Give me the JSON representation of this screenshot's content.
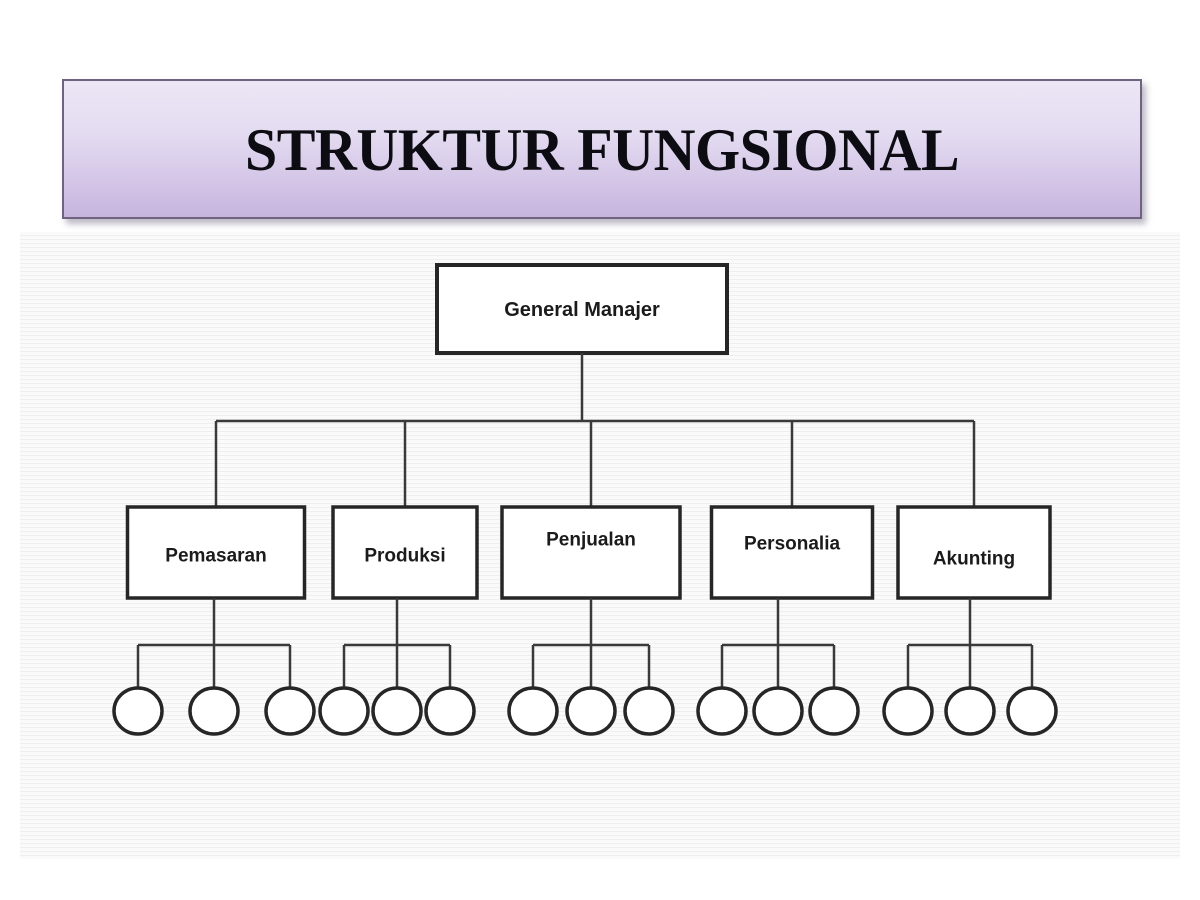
{
  "page": {
    "background": "#ffffff",
    "canvas_background": "#f5f5f4"
  },
  "header": {
    "title": "STRUKTUR FUNGSIONAL",
    "banner_top_color": "#ece6f6",
    "banner_bottom_color": "#c6b4dd",
    "banner_border_color": "#6e6480",
    "title_color": "#0c0c12"
  },
  "diagram": {
    "line_color": "#3a3a3a",
    "node_border_color": "#262626",
    "node_fill": "#ffffff",
    "node_text_color": "#1b1b1b",
    "root": {
      "id": "general-manajer",
      "label": "General Manajer"
    },
    "departments": [
      {
        "id": "pemasaran",
        "label": "Pemasaran",
        "subordinate_count": 3
      },
      {
        "id": "produksi",
        "label": "Produksi",
        "subordinate_count": 3
      },
      {
        "id": "penjualan",
        "label": "Penjualan",
        "subordinate_count": 3
      },
      {
        "id": "personalia",
        "label": "Personalia",
        "subordinate_count": 3
      },
      {
        "id": "akunting",
        "label": "Akunting",
        "subordinate_count": 3
      }
    ]
  }
}
